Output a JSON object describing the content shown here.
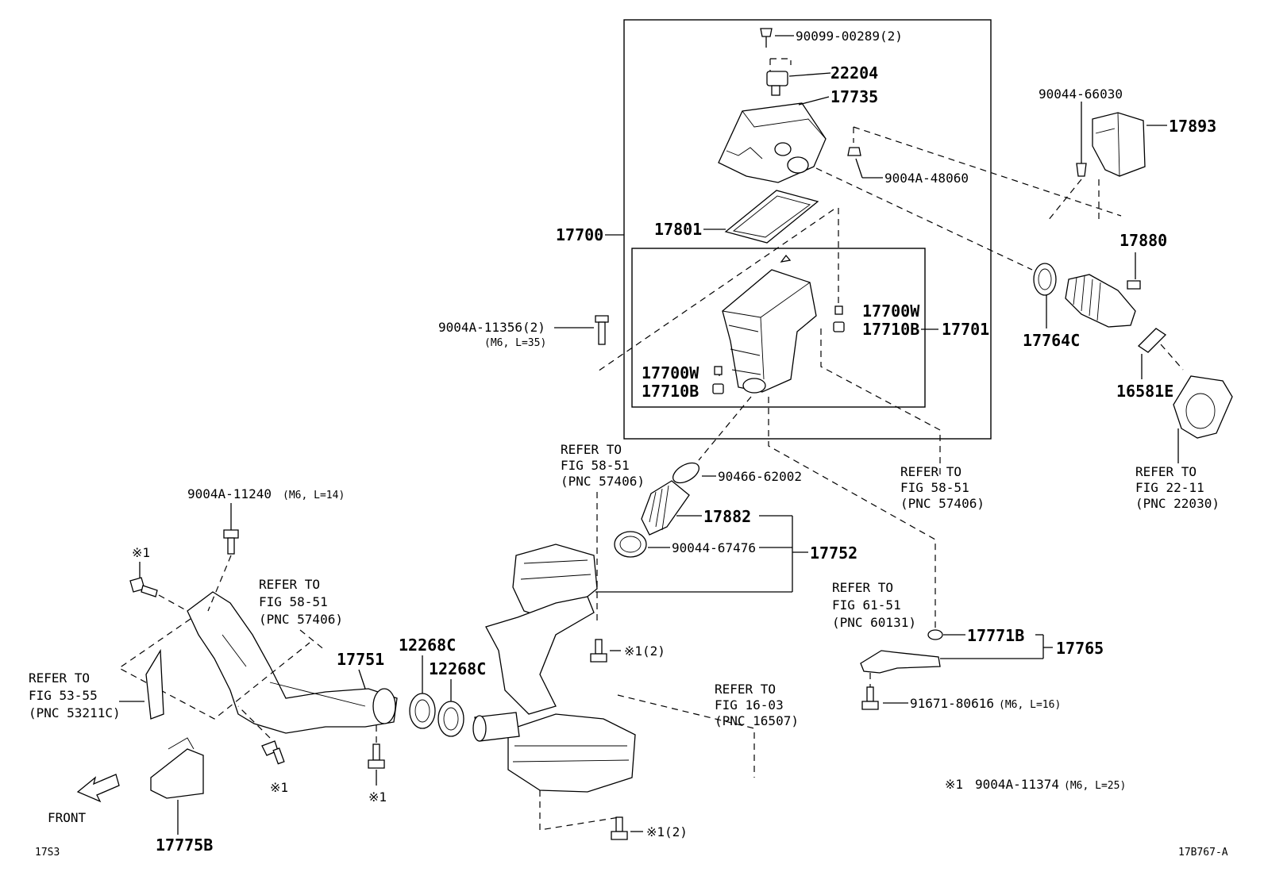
{
  "labels": {
    "p90099_00289": "90099-00289(2)",
    "p22204": "22204",
    "p17735": "17735",
    "p90044_66030": "90044-66030",
    "p17893": "17893",
    "p9004A_48060": "9004A-48060",
    "p17700": "17700",
    "p17801": "17801",
    "p17880": "17880",
    "p17764C": "17764C",
    "p9004A_11356": "9004A-11356(2)",
    "p9004A_11356_spec": "(M6, L=35)",
    "p17700W_a": "17700W",
    "p17710B_a": "17710B",
    "p17701": "17701",
    "p17700W_b": "17700W",
    "p17710B_b": "17710B",
    "p16581E": "16581E",
    "p90466_62002": "90466-62002",
    "p17882": "17882",
    "p90044_67476": "90044-67476",
    "p17752": "17752",
    "p9004A_11240": "9004A-11240",
    "p9004A_11240_spec": "(M6, L=14)",
    "p17751": "17751",
    "p12268C_a": "12268C",
    "p12268C_b": "12268C",
    "p17771B": "17771B",
    "p17765": "17765",
    "p91671_80616": "91671-80616",
    "p91671_80616_spec": "(M6, L=16)",
    "p17775B": "17775B",
    "mark_1_a": "※1",
    "mark_1_b": "※1",
    "mark_1_c": "※1",
    "mark_1_2_a": "※1(2)",
    "mark_1_2_b": "※1(2)",
    "footnote_mark": "※1",
    "footnote_part": "9004A-11374",
    "footnote_spec": "(M6, L=25)",
    "front": "FRONT",
    "code_left": "17S3",
    "code_right": "17B767-A"
  },
  "refs": {
    "r1": {
      "l1": "REFER TO",
      "l2": "FIG 58-51",
      "l3": "(PNC 57406)"
    },
    "r2": {
      "l1": "REFER TO",
      "l2": "FIG 58-51",
      "l3": "(PNC 57406)"
    },
    "r3": {
      "l1": "REFER TO",
      "l2": "FIG 22-11",
      "l3": "(PNC 22030)"
    },
    "r4": {
      "l1": "REFER TO",
      "l2": "FIG 58-51",
      "l3": "(PNC 57406)"
    },
    "r5": {
      "l1": "REFER TO",
      "l2": "FIG 53-55",
      "l3": "(PNC 53211C)"
    },
    "r6": {
      "l1": "REFER TO",
      "l2": "FIG 61-51",
      "l3": "(PNC 60131)"
    },
    "r7": {
      "l1": "REFER TO",
      "l2": "FIG 16-03",
      "l3": "(PNC 16507)"
    }
  }
}
